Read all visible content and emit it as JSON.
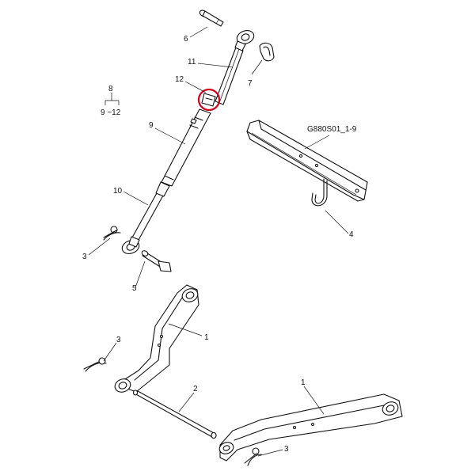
{
  "diagram_code": "G880S01_1-9",
  "legend": {
    "parent": "8",
    "range": "9 ~12"
  },
  "callouts": {
    "c1_link_upper": "1",
    "c1_link_lower": "1",
    "c2_cross_shaft": "2",
    "c3_top_left": "3",
    "c3_middle_left": "3",
    "c3_bottom": "3",
    "c4_hook": "4",
    "c5_pin": "5",
    "c6_pin": "6",
    "c7_clip": "7",
    "c9_tube": "9",
    "c10_rod_lower": "10",
    "c11_rod_upper": "11",
    "c12_nut": "12"
  },
  "highlight": {
    "part": "12",
    "color": "#d0021b"
  }
}
